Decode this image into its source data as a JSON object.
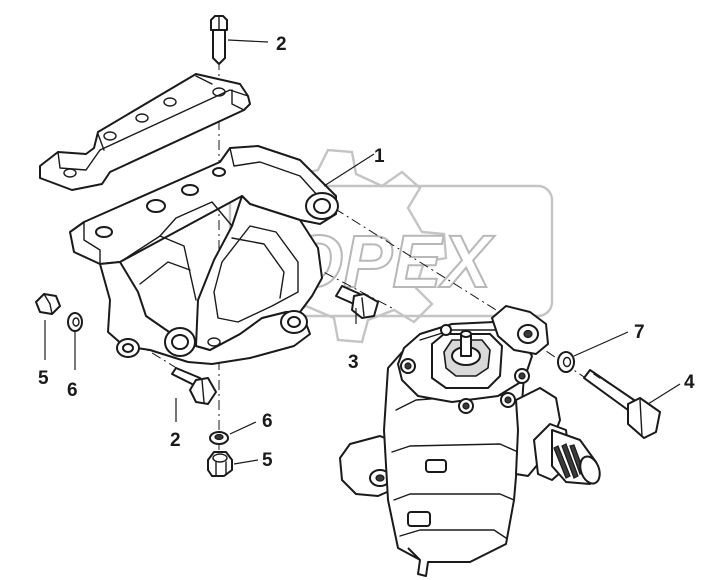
{
  "watermark": {
    "text": "DOPEX",
    "color": "#b8b8b8"
  },
  "colors": {
    "line": "#1a1a1a",
    "background": "#ffffff",
    "shading": "#d9d9d9"
  },
  "callouts": {
    "bolt_top": "2",
    "bracket": "1",
    "bolt_short": "3",
    "bolt_long": "4",
    "washer_right": "7",
    "nut_left": "5",
    "washer_left": "6",
    "bolt_bottom": "2",
    "washer_bottom": "6",
    "nut_bottom": "5"
  }
}
